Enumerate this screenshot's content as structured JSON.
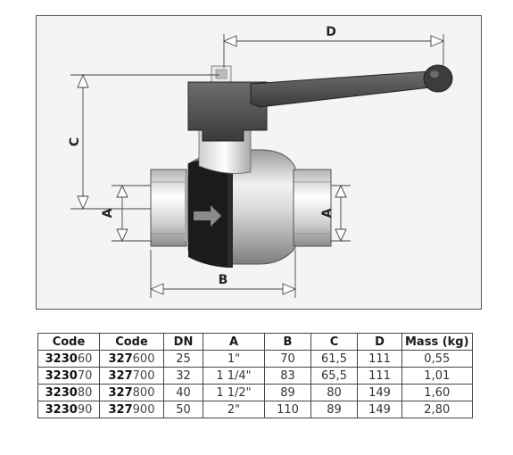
{
  "diagram": {
    "dimension_labels": {
      "a_left": "A",
      "a_right": "A",
      "b": "B",
      "c": "C",
      "d": "D"
    }
  },
  "table": {
    "headers": [
      "Code",
      "Code",
      "DN",
      "A",
      "B",
      "C",
      "D",
      "Mass (kg)"
    ],
    "rows": [
      {
        "code1_prefix": "3230",
        "code1_suffix": "60",
        "code2_prefix": "327",
        "code2_suffix": "600",
        "dn": "25",
        "a": "1\"",
        "b": "70",
        "c": "61,5",
        "d": "111",
        "mass": "0,55"
      },
      {
        "code1_prefix": "3230",
        "code1_suffix": "70",
        "code2_prefix": "327",
        "code2_suffix": "700",
        "dn": "32",
        "a": "1 1/4\"",
        "b": "83",
        "c": "65,5",
        "d": "111",
        "mass": "1,01"
      },
      {
        "code1_prefix": "3230",
        "code1_suffix": "80",
        "code2_prefix": "327",
        "code2_suffix": "800",
        "dn": "40",
        "a": "1 1/2\"",
        "b": "89",
        "c": "80",
        "d": "149",
        "mass": "1,60"
      },
      {
        "code1_prefix": "3230",
        "code1_suffix": "90",
        "code2_prefix": "327",
        "code2_suffix": "900",
        "dn": "50",
        "a": "2\"",
        "b": "110",
        "c": "89",
        "d": "149",
        "mass": "2,80"
      }
    ]
  }
}
